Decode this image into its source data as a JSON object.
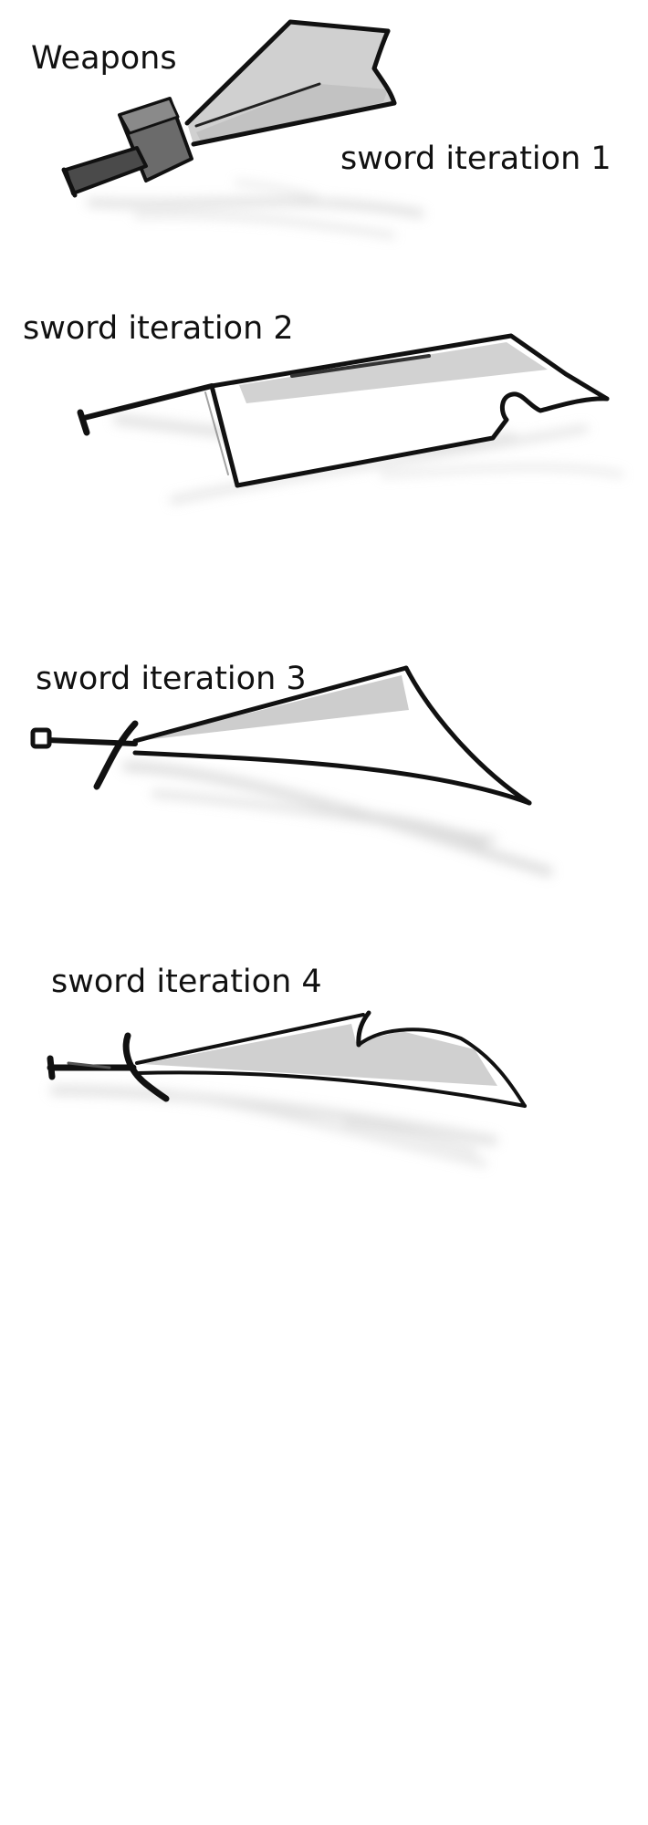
{
  "page": {
    "title": "Weapons"
  },
  "sketches": [
    {
      "label": "sword iteration 1"
    },
    {
      "label": "sword iteration 2"
    },
    {
      "label": "sword iteration 3"
    },
    {
      "label": "sword iteration 4"
    }
  ],
  "colors": {
    "ink": "#111111",
    "blade_shading": "#c8c8c8",
    "guard_fill": "#6e6e6e",
    "shadow": "#d4d4d4",
    "background": "#ffffff"
  }
}
